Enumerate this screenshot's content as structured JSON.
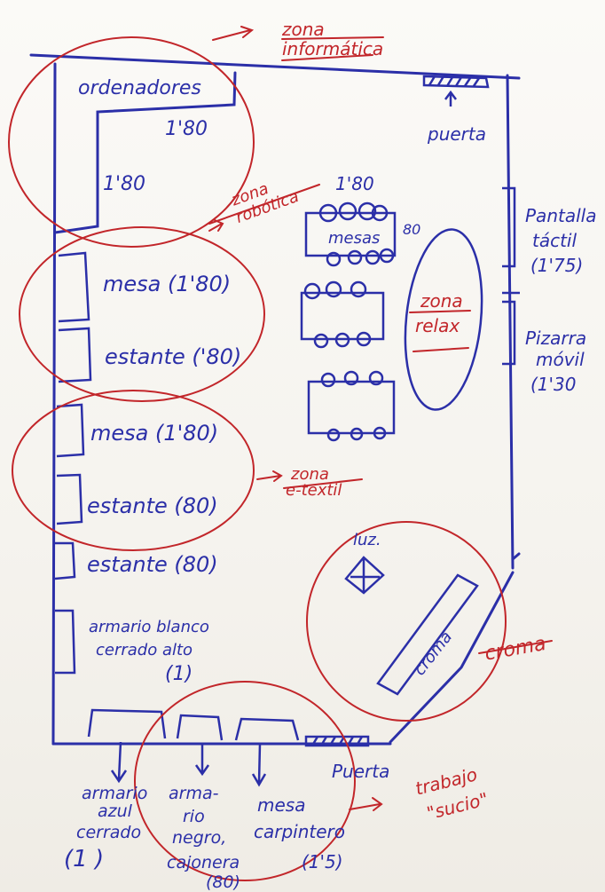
{
  "colors": {
    "ink_blue": "#2b2fa8",
    "ink_red": "#c2262a",
    "paper": "#f7f6f2"
  },
  "zones": {
    "informatica": [
      "zona",
      "informática"
    ],
    "robotica": [
      "zona",
      "robótica"
    ],
    "etextil": [
      "zona",
      "e-textil"
    ],
    "relax": [
      "zona",
      "relax"
    ],
    "croma": "croma",
    "trabajo": [
      "trabajo",
      "\"sucio\""
    ]
  },
  "labels": {
    "ordenadores": "ordenadores",
    "len_180_a": "1'80",
    "len_180_b": "1'80",
    "len_180_tables": "1'80",
    "len_80_tables": "80",
    "mesas": "mesas",
    "puerta_top": "puerta",
    "puerta_bottom": "Puerta",
    "mesa1": "mesa (1'80)",
    "estante1": "estante ('80)",
    "mesa2": "mesa (1'80)",
    "estante2": "estante (80)",
    "estante3": "estante (80)",
    "armario_blanco": [
      "armario blanco",
      "cerrado alto",
      "(1)"
    ],
    "pantalla": [
      "Pantalla",
      "táctil",
      "(1'75)"
    ],
    "pizarra": [
      "Pizarra",
      "móvil",
      "(1'30"
    ],
    "luz": "luz.",
    "croma_box": "croma",
    "armario_azul": [
      "armario",
      "azul",
      "cerrado",
      "(1 )"
    ],
    "armario_negro": [
      "arma-",
      "rio",
      "negro,",
      "cajonera",
      "(80)"
    ],
    "mesa_carpintero": [
      "mesa",
      "carpintero",
      "(1'5)"
    ]
  }
}
